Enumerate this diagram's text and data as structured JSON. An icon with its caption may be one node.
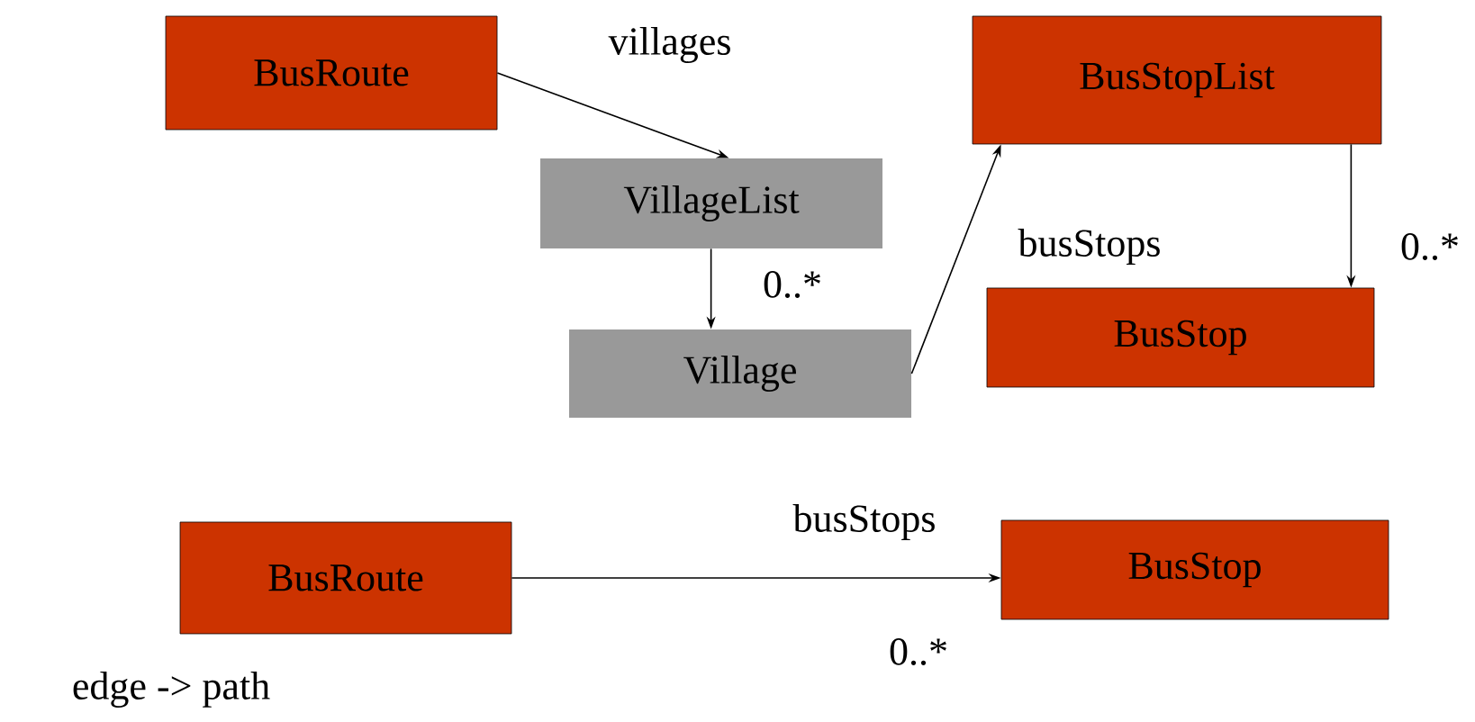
{
  "diagram": {
    "nodes": [
      {
        "text": [
          "BusRoute"
        ]
      },
      {
        "text": [
          "VillageList"
        ]
      },
      {
        "text": [
          "Village"
        ]
      },
      {
        "text": [
          "BusStopList"
        ]
      },
      {
        "text": [
          "BusStop"
        ]
      },
      {
        "text": [
          "BusRoute"
        ]
      },
      {
        "text": [
          "BusStop"
        ]
      }
    ],
    "edges": [
      {
        "from": 0,
        "to": 1,
        "arrow": "to",
        "label": "villages"
      },
      {
        "from": 1,
        "to": 2,
        "arrow": "to",
        "label": "0..*"
      },
      {
        "from": 2,
        "to": 3,
        "arrow": "to",
        "label": "busStops"
      },
      {
        "from": 3,
        "to": 4,
        "arrow": "to",
        "label": "0..*"
      },
      {
        "from": 5,
        "to": 6,
        "arrow": "to",
        "label": "busStops"
      }
    ],
    "labels": [
      "0..*",
      "edge -> path"
    ]
  }
}
